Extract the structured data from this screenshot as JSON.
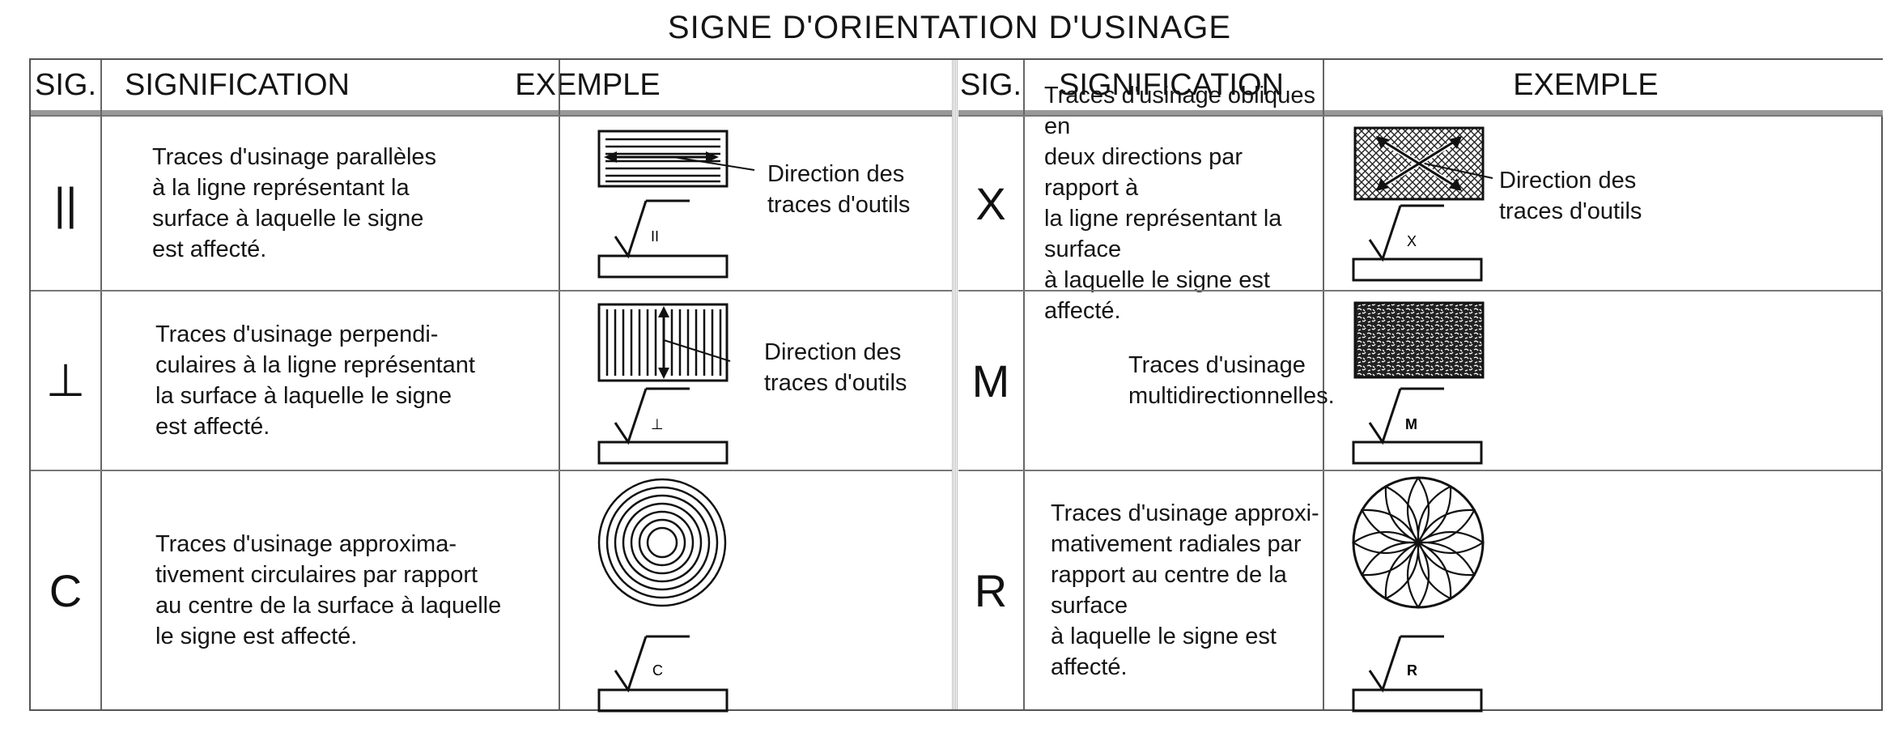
{
  "title": "SIGNE D'ORIENTATION D'USINAGE",
  "headers": {
    "sig": "SIG.",
    "signification": "SIGNIFICATION",
    "exemple": "EXEMPLE"
  },
  "left_rows": [
    {
      "sig": "||",
      "desc": "Traces d'usinage parallèles\nà la ligne représentant la\nsurface à laquelle le signe\nest affecté.",
      "example_label": "Direction des\ntraces d'outils",
      "symbol_letter": "II",
      "icon": "parallel-lines-icon"
    },
    {
      "sig": "⊥",
      "desc": "Traces d'usinage perpendi-\nculaires à la ligne représentant\nla surface à laquelle le signe\nest affecté.",
      "example_label": "Direction des\ntraces d'outils",
      "symbol_letter": "⊥",
      "icon": "perpendicular-lines-icon"
    },
    {
      "sig": "C",
      "desc": "Traces d'usinage approxima-\ntivement circulaires par rapport\nau centre de la surface à laquelle\nle signe est affecté.",
      "example_label": "",
      "symbol_letter": "C",
      "icon": "concentric-circles-icon"
    }
  ],
  "right_rows": [
    {
      "sig": "X",
      "desc": "Traces d'usinage obliques en\ndeux directions par rapport à\nla ligne représentant la surface\nà laquelle le signe est affecté.",
      "example_label": "Direction des\ntraces d'outils",
      "symbol_letter": "X",
      "icon": "crosshatch-icon"
    },
    {
      "sig": "M",
      "desc": "Traces d'usinage\nmultidirectionnelles.",
      "example_label": "",
      "symbol_letter": "M",
      "icon": "multidirectional-texture-icon"
    },
    {
      "sig": "R",
      "desc": "Traces d'usinage approxi-\nmativement radiales par\nrapport au centre de la surface\nà laquelle le signe est affecté.",
      "example_label": "",
      "symbol_letter": "R",
      "icon": "radial-rosette-icon"
    }
  ]
}
